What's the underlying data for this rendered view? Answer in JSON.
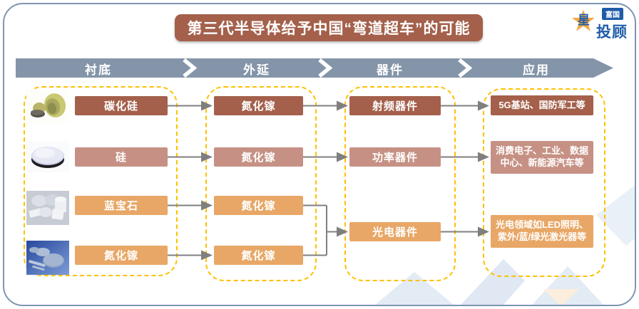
{
  "title": "第三代半导体给予中国“弯道超车”的可能",
  "logo": {
    "badge": "富国",
    "star_char": "星",
    "suffix": "投顾"
  },
  "pipeline": {
    "stages": [
      {
        "label": "衬底"
      },
      {
        "label": "外延"
      },
      {
        "label": "器件"
      },
      {
        "label": "应用"
      }
    ]
  },
  "substrate_column": {
    "items": [
      {
        "label": "碳化硅",
        "tone": "dark",
        "photo": "silicon-carbide-wafers-photo"
      },
      {
        "label": "硅",
        "tone": "mauve",
        "photo": "silicon-wafer-photo"
      },
      {
        "label": "蓝宝石",
        "tone": "tan",
        "photo": "sapphire-crystals-photo"
      },
      {
        "label": "氮化镓",
        "tone": "tan",
        "photo": "gallium-nitride-wafers-photo"
      }
    ]
  },
  "epitaxy_column": {
    "items": [
      {
        "label": "氮化镓",
        "tone": "dark"
      },
      {
        "label": "氮化镓",
        "tone": "mauve"
      },
      {
        "label": "氮化镓",
        "tone": "tan"
      },
      {
        "label": "氮化镓",
        "tone": "tan"
      }
    ]
  },
  "device_column": {
    "items": [
      {
        "label": "射频器件",
        "tone": "dark"
      },
      {
        "label": "功率器件",
        "tone": "mauve"
      },
      {
        "label": "光电器件",
        "tone": "tan"
      }
    ]
  },
  "application_column": {
    "items": [
      {
        "label": "5G基站、国防军工等",
        "tone": "dark"
      },
      {
        "label": "消费电子、工业、数据中心、新能源汽车等",
        "tone": "mauve"
      },
      {
        "label": "光电领域如LED照明、紫外/蓝/绿光激光器等",
        "tone": "tan"
      }
    ]
  },
  "colors": {
    "dark_box": "#A4604B",
    "mauve_box": "#C69184",
    "tan_box": "#E8A766",
    "stage_bar": "#8495A9",
    "dashed_border": "#FFC000",
    "frame_border": "#7E95B2",
    "connector_gray": "#7F7F7F",
    "logo_blue": "#1F5CA9",
    "logo_gold": "#F2A93B"
  }
}
